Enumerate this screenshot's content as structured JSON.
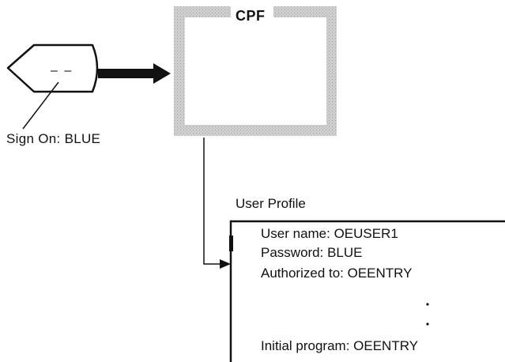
{
  "sign_on": {
    "label": "Sign On:  BLUE",
    "dashes": "– –"
  },
  "cpf": {
    "title": "CPF"
  },
  "user_profile": {
    "title": "User Profile",
    "fields": {
      "user_name": "User name:   OEUSER1",
      "password": "Password:   BLUE",
      "authorized_to": "Authorized to:   OEENTRY",
      "initial_program": "Initial program:   OEENTRY"
    }
  }
}
